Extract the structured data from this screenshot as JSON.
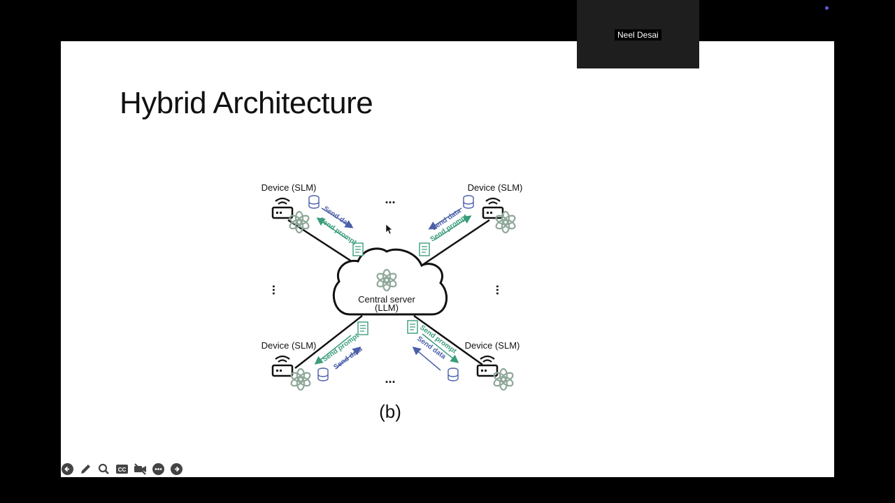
{
  "slide": {
    "title": "Hybrid Architecture",
    "diagram": {
      "server_label_line1": "Central server",
      "server_label_line2": "(LLM)",
      "devices": [
        "Device (SLM)",
        "Device (SLM)",
        "Device (SLM)",
        "Device (SLM)"
      ],
      "send_data_label": "Send data",
      "send_prompt_label": "Send prompt",
      "ellipsis": "...",
      "caption": "(b)",
      "colors": {
        "send_data": "#4a5fa8",
        "send_prompt": "#3a9d7a"
      }
    }
  },
  "participant": {
    "name": "Neel Desai"
  },
  "toolbar": {
    "icons": [
      "back-arrow-icon",
      "pen-icon",
      "magnifier-icon",
      "closed-captions-icon",
      "video-off-icon",
      "more-options-icon",
      "forward-arrow-icon"
    ]
  }
}
